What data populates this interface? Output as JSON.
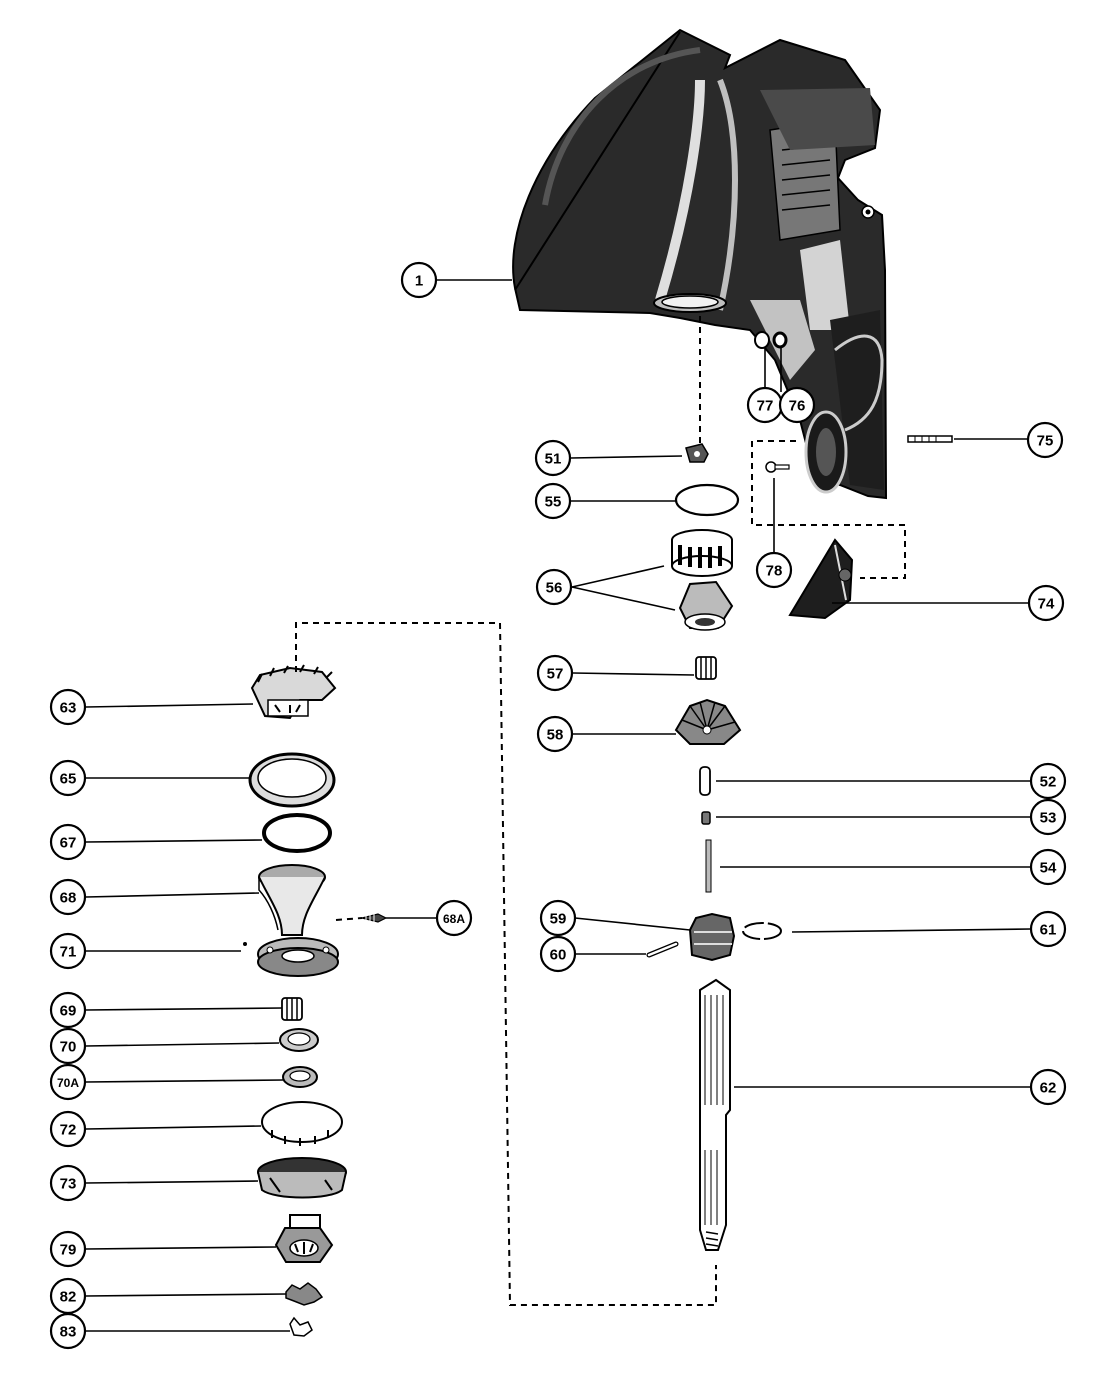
{
  "diagram": {
    "callouts": [
      {
        "id": "1",
        "label": "1"
      },
      {
        "id": "77",
        "label": "77"
      },
      {
        "id": "76",
        "label": "76"
      },
      {
        "id": "75",
        "label": "75"
      },
      {
        "id": "51",
        "label": "51"
      },
      {
        "id": "55",
        "label": "55"
      },
      {
        "id": "78",
        "label": "78"
      },
      {
        "id": "56",
        "label": "56"
      },
      {
        "id": "74",
        "label": "74"
      },
      {
        "id": "57",
        "label": "57"
      },
      {
        "id": "58",
        "label": "58"
      },
      {
        "id": "52",
        "label": "52"
      },
      {
        "id": "53",
        "label": "53"
      },
      {
        "id": "54",
        "label": "54"
      },
      {
        "id": "59",
        "label": "59"
      },
      {
        "id": "60",
        "label": "60"
      },
      {
        "id": "61",
        "label": "61"
      },
      {
        "id": "62",
        "label": "62"
      },
      {
        "id": "63",
        "label": "63"
      },
      {
        "id": "65",
        "label": "65"
      },
      {
        "id": "67",
        "label": "67"
      },
      {
        "id": "68",
        "label": "68"
      },
      {
        "id": "68A",
        "label": "68A"
      },
      {
        "id": "71",
        "label": "71"
      },
      {
        "id": "69",
        "label": "69"
      },
      {
        "id": "70",
        "label": "70"
      },
      {
        "id": "70A",
        "label": "70A"
      },
      {
        "id": "72",
        "label": "72"
      },
      {
        "id": "73",
        "label": "73"
      },
      {
        "id": "79",
        "label": "79"
      },
      {
        "id": "82",
        "label": "82"
      },
      {
        "id": "83",
        "label": "83"
      }
    ]
  }
}
